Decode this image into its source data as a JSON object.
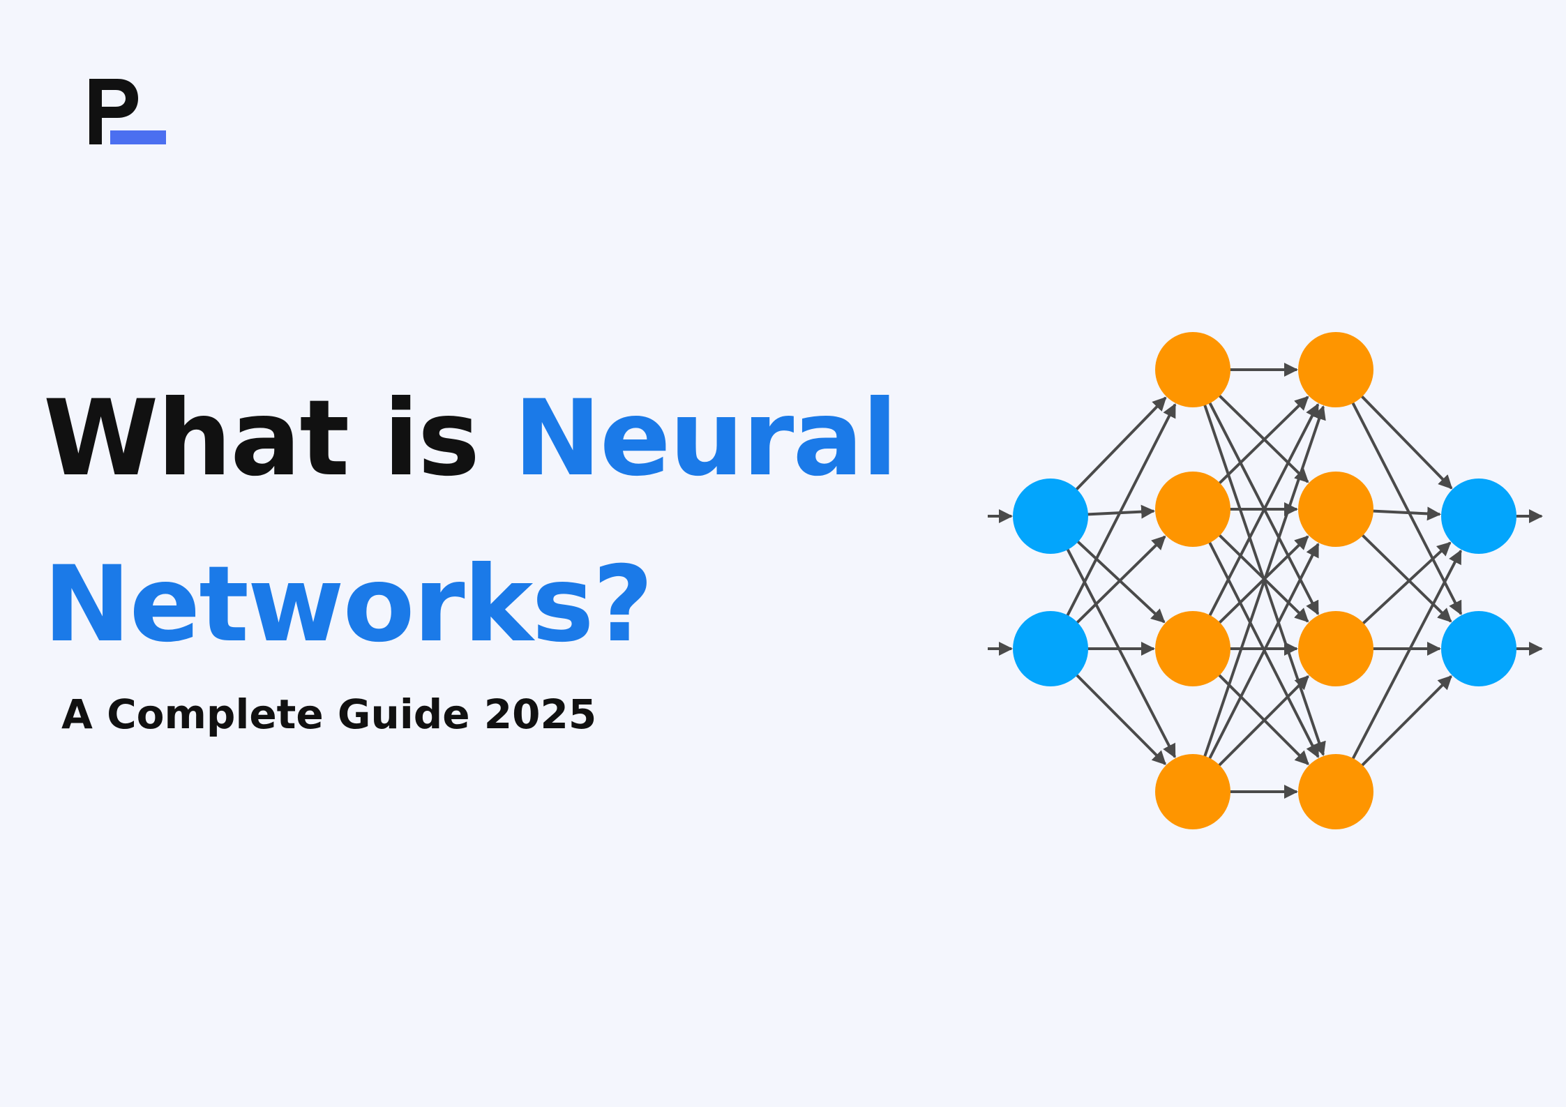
{
  "logo": {
    "letter": "P",
    "underline_color": "#4b6ff0"
  },
  "title": {
    "line1_plain": "What is ",
    "line1_accent": "Neural",
    "line2_accent": "Networks?",
    "accent_color": "#1b7ae8"
  },
  "subtitle": "A Complete Guide 2025",
  "diagram": {
    "layers": [
      {
        "name": "input",
        "nodes": 2,
        "color": "#03a5fc"
      },
      {
        "name": "hidden-1",
        "nodes": 4,
        "color": "#fe9500"
      },
      {
        "name": "hidden-2",
        "nodes": 4,
        "color": "#fe9500"
      },
      {
        "name": "output",
        "nodes": 2,
        "color": "#03a5fc"
      }
    ],
    "edge_color": "#4a4a4a"
  }
}
